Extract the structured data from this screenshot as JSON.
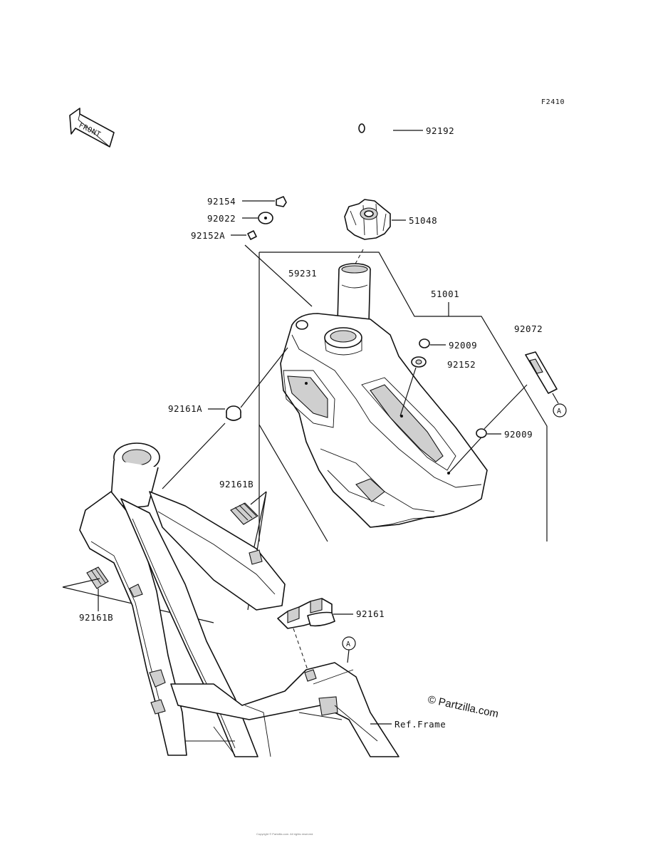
{
  "figure_code": "F2410",
  "front_label": "FRONT",
  "watermark": "© Partzilla.com",
  "footer_line_1": "Copyright © Partzilla.com. All rights reserved.",
  "footer_line_2": "",
  "callouts": {
    "p92192": "92192",
    "p92154": "92154",
    "p92022": "92022",
    "p51048": "51048",
    "p92152A": "92152A",
    "p59231": "59231",
    "p51001": "51001",
    "p92072": "92072",
    "p92009_top": "92009",
    "p92152": "92152",
    "p92161A": "92161A",
    "p92009_side": "92009",
    "p92161B_right": "92161B",
    "p92161B_left": "92161B",
    "p92161": "92161",
    "ref_frame": "Ref.Frame",
    "marker_a_right": "A",
    "marker_a_frame": "A"
  }
}
